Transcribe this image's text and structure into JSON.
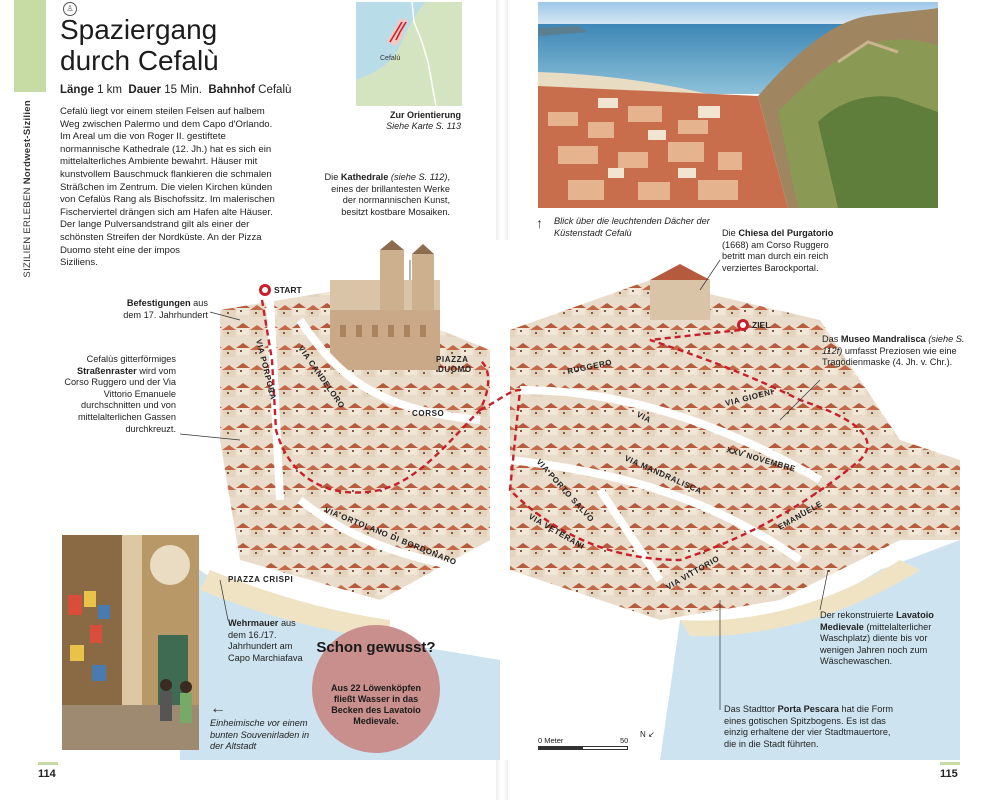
{
  "side_tab": {
    "prefix": "SIZILIEN ERLEBEN",
    "region": "Nordwest-Sizilien"
  },
  "title_line1": "Spaziergang",
  "title_line2": "durch Cefalù",
  "meta": {
    "length_label": "Länge",
    "length_value": "1 km",
    "duration_label": "Dauer",
    "duration_value": "15 Min.",
    "station_label": "Bahnhof",
    "station_value": "Cefalù"
  },
  "intro": "Cefalù liegt vor einem steilen Felsen auf halbem Weg zwischen Palermo und dem Capo d'Orlando. Im Areal um die von Roger II. gestiftete normannische Kathedrale (12. Jh.) hat es sich ein mittelalterliches Ambiente bewahrt. Häuser mit kunstvollem Bauschmuck flankieren die schmalen Sträßchen im Zentrum. Die vielen Kirchen künden von Cefalùs Rang als Bischofssitz. Im malerischen Fischerviertel drängen sich am Hafen alte Häuser. Der lange Pulversandstrand gilt als einer der schönsten Streifen der Nordküste. An der Pizza Duomo steht eine der imposantesten Kathedralen Siziliens.",
  "minimap": {
    "town_label": "Cefalù",
    "caption_bold": "Zur Orientierung",
    "caption_italic": "Siehe Karte S. 113"
  },
  "photo_caption_top": "Blick über die leuchtenden Dächer der Küstenstadt Cefalù",
  "photo_caption_bottom": "Einheimische vor einem bunten Souvenirladen in der Altstadt",
  "annotations": {
    "kathedrale": {
      "pre": "Die ",
      "bold": "Kathedrale",
      "italic": " (siehe S. 112)",
      "post": ", eines der brillantesten Werke der normannischen Kunst, besitzt kostbare Mosaiken."
    },
    "befestigungen": {
      "bold": "Befestigungen",
      "post": " aus dem 17. Jahrhundert"
    },
    "strassenraster": {
      "pre": "Cefalùs gitterförmiges ",
      "bold": "Straßenraster",
      "post": " wird vom Corso Ruggero und der Via Vittorio Emanuele durchschnitten und von mittelalterlichen Gassen durchkreuzt."
    },
    "purgatorio": {
      "pre": "Die ",
      "bold": "Chiesa del Purgatorio",
      "post": " (1668) am Corso Ruggero betritt man durch ein reich verziertes Barockportal."
    },
    "mandralisca": {
      "pre": "Das ",
      "bold": "Museo Mandralisca",
      "italic": " (siehe S. 112f)",
      "post": " umfasst Preziosen wie eine Tragödienmaske (4. Jh. v. Chr.)."
    },
    "wehrmauer": {
      "bold": "Wehrmauer",
      "post": " aus dem 16./17. Jahrhundert am Capo Marchiafava"
    },
    "lavatoio": {
      "pre": "Der rekonstruierte ",
      "bold": "Lavatoio Medievale",
      "post": " (mittelalterlicher Waschplatz) diente bis vor wenigen Jahren noch zum Wäschewaschen."
    },
    "porta_pescara": {
      "pre": "Das Stadttor ",
      "bold": "Porta Pescara",
      "post": " hat die Form eines gotischen Spitzbogens. Es ist das einzig erhaltene der vier Stadtmauertore, die in die Stadt führten."
    }
  },
  "map": {
    "start_label": "START",
    "ziel_label": "ZIEL",
    "streets": {
      "porpora": "VIA PORPORA",
      "candeloro": "VIA CANDELORO",
      "piazza_duomo_1": "PIAZZA",
      "piazza_duomo_2": "DUOMO",
      "corso": "CORSO",
      "ruggero": "RUGGERO",
      "via": "VIA",
      "gioeni": "VIA GIOENI",
      "xxv_novembre": "XXV NOVEMBRE",
      "porto_salvo": "VIA PORTO SALVO",
      "mandralisca": "VIA MANDRALISCA",
      "ortolano": "VIA ORTOLANO DI BORDONARO",
      "veterani": "VIA VETERANI",
      "vittorio": "VIA VITTORIO",
      "emanuele": "EMANUELE",
      "piazza_crispi": "PIAZZA CRISPI"
    }
  },
  "did_you_know": {
    "title": "Schon gewusst?",
    "text": "Aus 22 Löwenköpfen fließt Wasser in das Becken des Lavatoio Medievale."
  },
  "scale": {
    "zero": "0 Meter",
    "fifty": "50",
    "north": "N"
  },
  "pages": {
    "left": "114",
    "right": "115"
  },
  "colors": {
    "accent_green": "#c7dba4",
    "route_red": "#c8202a",
    "circle_pink": "#c88f8d"
  }
}
